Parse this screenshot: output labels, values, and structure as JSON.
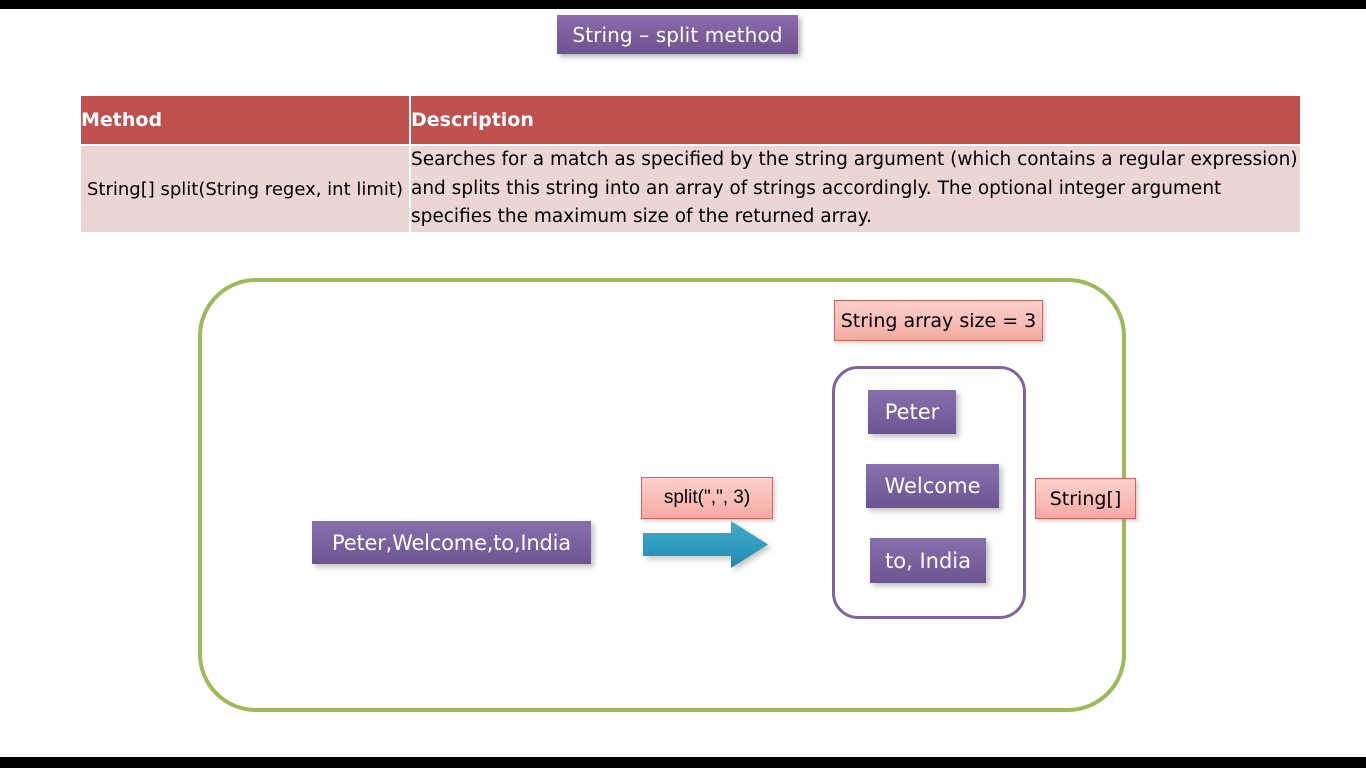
{
  "slide": {
    "title": "String – split method"
  },
  "table": {
    "headers": [
      "Method",
      "Description"
    ],
    "rows": [
      {
        "method": "String[] split(String regex, int limit)",
        "description": "Searches for a match as specified by the string argument (which contains a regular expression) and splits this string into an array of strings accordingly. The optional integer argument specifies the maximum size of the returned array."
      }
    ],
    "colors": {
      "header_bg": "#C0504D",
      "header_text": "#FFFFFF",
      "body_bg": "#ECD5D5",
      "body_text": "#000000"
    }
  },
  "diagram": {
    "input_string": "Peter,Welcome,to,India",
    "operation_label": "split(\",\", 3)",
    "array_size_label": "String array size = 3",
    "result_type_label": "String[]",
    "array_elements": [
      "Peter",
      "Welcome",
      "to, India"
    ],
    "arrow_icon": "right-block-arrow-icon",
    "colors": {
      "outline_green": "#9BBB59",
      "array_outline_purple": "#8064A2",
      "box_purple": "#7B63A2",
      "label_pink": "#F8BDB6",
      "label_border_red": "#D1655C",
      "arrow_teal": "#2E9BBE"
    }
  }
}
